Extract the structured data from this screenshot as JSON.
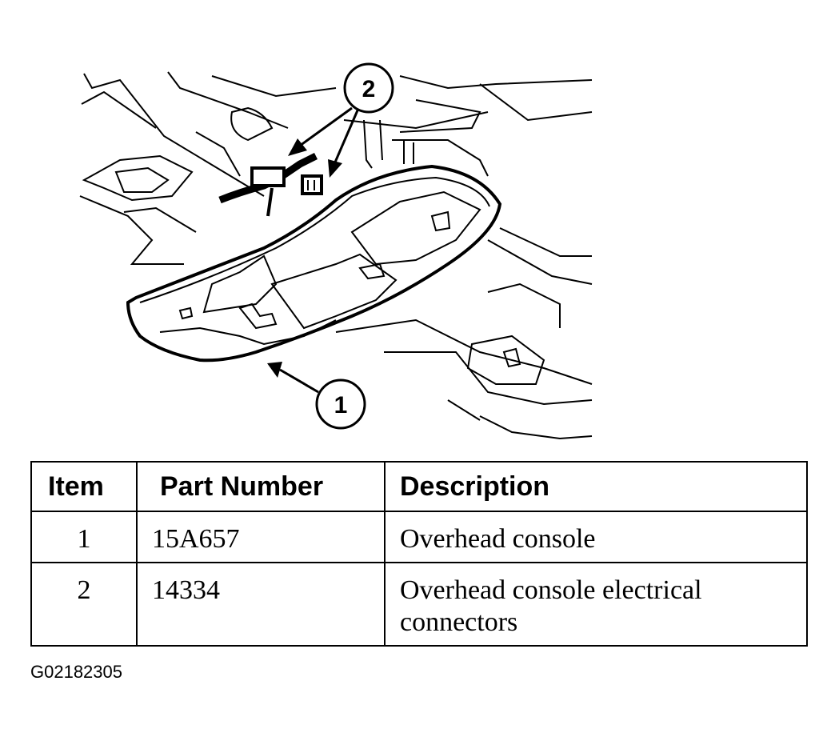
{
  "callouts": {
    "item1": "1",
    "item2": "2"
  },
  "table": {
    "headers": {
      "item": "Item",
      "part_number": "Part Number",
      "description": "Description"
    },
    "rows": [
      {
        "item": "1",
        "part_number": "15A657",
        "description": "Overhead console"
      },
      {
        "item": "2",
        "part_number": "14334",
        "description": "Overhead console electrical connectors"
      }
    ]
  },
  "figure_code": "G02182305"
}
